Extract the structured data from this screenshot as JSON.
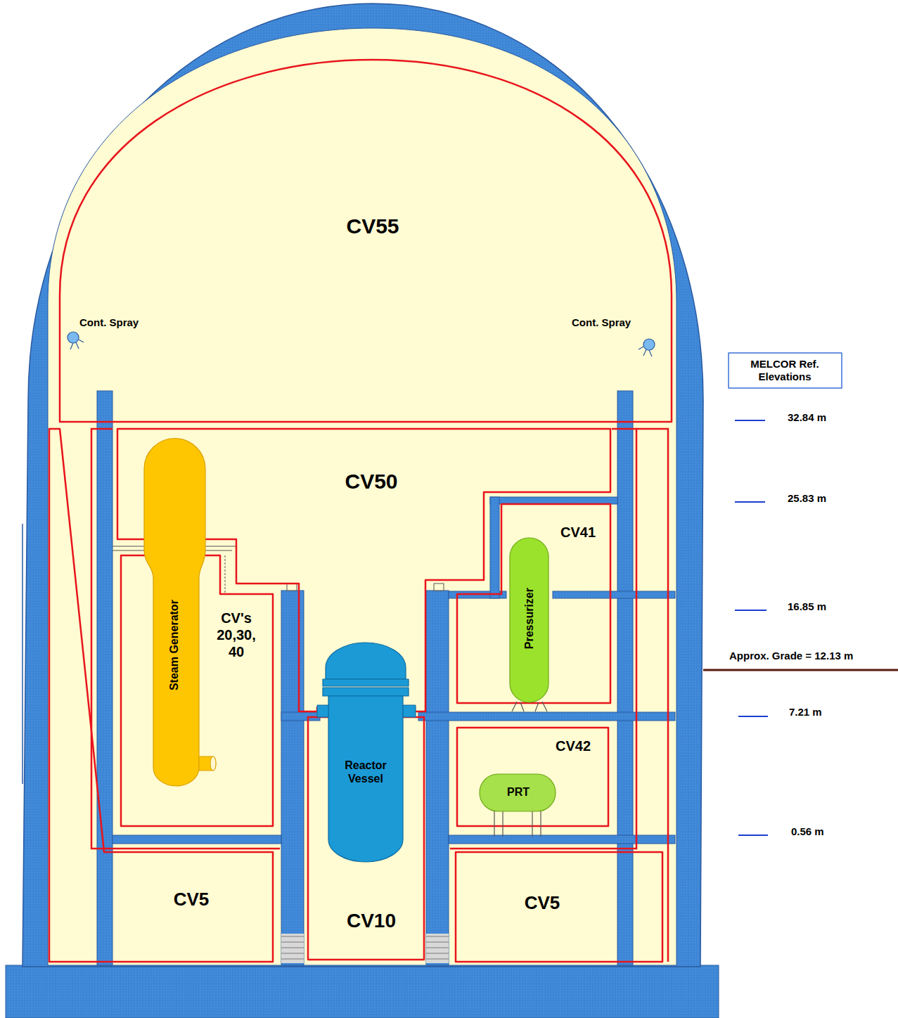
{
  "diagram": {
    "nodes": [
      {
        "text": [
          "CV55"
        ]
      },
      {
        "text": [
          "CV50"
        ]
      },
      {
        "text": [
          "CV's 20,30, 40"
        ]
      },
      {
        "text": [
          "Steam Generator"
        ],
        "in": 2
      },
      {
        "text": [
          "CV41"
        ]
      },
      {
        "text": [
          "Pressurizer"
        ],
        "in": 4
      },
      {
        "text": [
          "CV10"
        ]
      },
      {
        "text": [
          "Reactor Vessel"
        ],
        "in": 6
      },
      {
        "text": [
          "CV42"
        ]
      },
      {
        "text": [
          "PRT"
        ],
        "in": 8
      },
      {
        "text": [
          "CV5"
        ]
      },
      {
        "text": [
          "CV5"
        ]
      },
      {
        "text": [
          "MELCOR Ref. Elevations"
        ]
      }
    ],
    "labels": [
      "Cont. Spray",
      "Cont. Spray",
      "32.84 m",
      "25.83 m",
      "16.85 m",
      "Approx. Grade = 12.13 m",
      "7.21 m",
      "0.56 m"
    ]
  }
}
